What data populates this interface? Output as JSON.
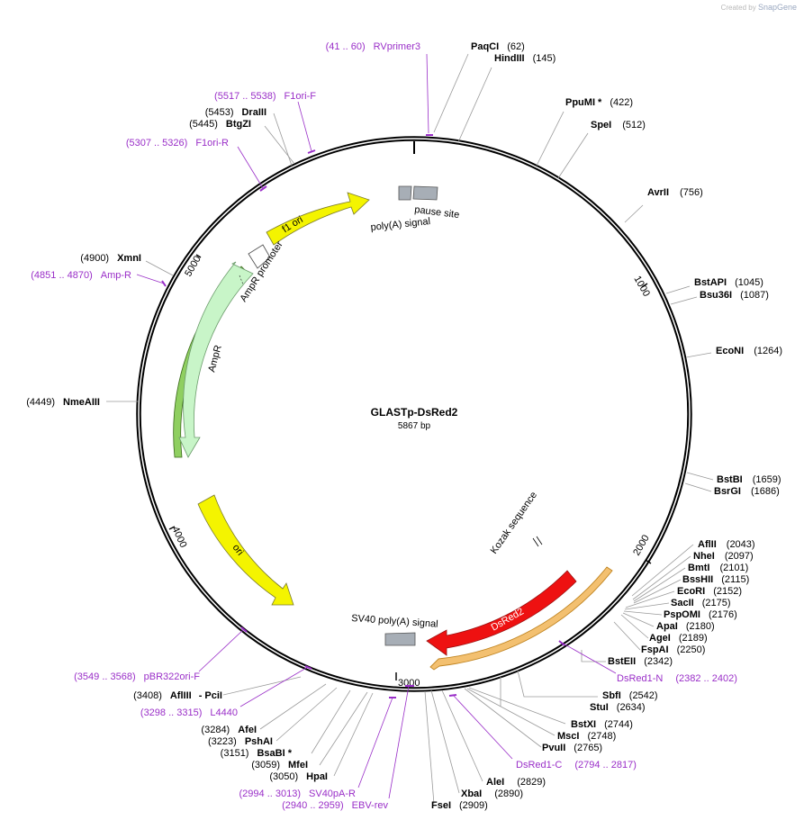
{
  "credit": {
    "created_by": "Created by",
    "brand": "SnapGene"
  },
  "plasmid": {
    "name": "GLASTp-DsRed2",
    "length_label": "5867 bp"
  },
  "colors": {
    "primer": "#9a2fc8",
    "ori": "#f4f400",
    "ampr": "#c8f5c8",
    "dsred": "#ee1111",
    "gray": "#a7aeb6"
  },
  "ring_ticks": [
    "1000",
    "2000",
    "3000",
    "4000",
    "5000"
  ],
  "features": {
    "f1ori": "f1 ori",
    "ampr_promoter": "AmpR promoter",
    "ampr": "AmpR",
    "ori": "ori",
    "dsred2": "DsRed2",
    "kozak": "Kozak sequence",
    "pause_site": "pause site",
    "polya_signal": "poly(A) signal",
    "sv40_polya": "SV40 poly(A) signal"
  },
  "sites": {
    "paqci": {
      "name": "PaqCI",
      "pos": "(62)"
    },
    "hindiii": {
      "name": "HindIII",
      "pos": "(145)"
    },
    "ppumi": {
      "name": "PpuMI *",
      "pos": "(422)"
    },
    "spei": {
      "name": "SpeI",
      "pos": "(512)"
    },
    "avrii": {
      "name": "AvrII",
      "pos": "(756)"
    },
    "bstapi": {
      "name": "BstAPI",
      "pos": "(1045)"
    },
    "bsu36i": {
      "name": "Bsu36I",
      "pos": "(1087)"
    },
    "econi": {
      "name": "EcoNI",
      "pos": "(1264)"
    },
    "bstbi": {
      "name": "BstBI",
      "pos": "(1659)"
    },
    "bsrgi": {
      "name": "BsrGI",
      "pos": "(1686)"
    },
    "aflii": {
      "name": "AflII",
      "pos": "(2043)"
    },
    "nhei": {
      "name": "NheI",
      "pos": "(2097)"
    },
    "bmti": {
      "name": "BmtI",
      "pos": "(2101)"
    },
    "bsshii": {
      "name": "BssHII",
      "pos": "(2115)"
    },
    "ecori": {
      "name": "EcoRI",
      "pos": "(2152)"
    },
    "sacii": {
      "name": "SacII",
      "pos": "(2175)"
    },
    "pspomi": {
      "name": "PspOMI",
      "pos": "(2176)"
    },
    "apai": {
      "name": "ApaI",
      "pos": "(2180)"
    },
    "agei": {
      "name": "AgeI",
      "pos": "(2189)"
    },
    "fspai": {
      "name": "FspAI",
      "pos": "(2250)"
    },
    "bsteii": {
      "name": "BstEII",
      "pos": "(2342)"
    },
    "sbfi": {
      "name": "SbfI",
      "pos": "(2542)"
    },
    "stui": {
      "name": "StuI",
      "pos": "(2634)"
    },
    "bstxi": {
      "name": "BstXI",
      "pos": "(2744)"
    },
    "msci": {
      "name": "MscI",
      "pos": "(2748)"
    },
    "pvuii": {
      "name": "PvuII",
      "pos": "(2765)"
    },
    "alei": {
      "name": "AleI",
      "pos": "(2829)"
    },
    "xbai": {
      "name": "XbaI",
      "pos": "(2890)"
    },
    "fsei": {
      "name": "FseI",
      "pos": "(2909)"
    },
    "hpai": {
      "name": "HpaI",
      "pos": "(3050)"
    },
    "mfei": {
      "name": "MfeI",
      "pos": "(3059)"
    },
    "bsabi": {
      "name": "BsaBI *",
      "pos": "(3151)"
    },
    "pshai": {
      "name": "PshAI",
      "pos": "(3223)"
    },
    "afei": {
      "name": "AfeI",
      "pos": "(3284)"
    },
    "afliii": {
      "name": "AflIII",
      "pos": "(3408)"
    },
    "pcii": {
      "name": "- PciI"
    },
    "nmeaiii": {
      "name": "NmeAIII",
      "pos": "(4449)"
    },
    "xmni": {
      "name": "XmnI",
      "pos": "(4900)"
    },
    "btgzi": {
      "name": "BtgZI",
      "pos": "(5445)"
    },
    "draiii": {
      "name": "DraIII",
      "pos": "(5453)"
    }
  },
  "primers": {
    "rvprimer3": {
      "range": "(41 .. 60)",
      "name": "RVprimer3"
    },
    "f1ori_f": {
      "range": "(5517 .. 5538)",
      "name": "F1ori-F"
    },
    "f1ori_r": {
      "range": "(5307 .. 5326)",
      "name": "F1ori-R"
    },
    "amp_r": {
      "range": "(4851 .. 4870)",
      "name": "Amp-R"
    },
    "pbr322ori_f": {
      "range": "(3549 .. 3568)",
      "name": "pBR322ori-F"
    },
    "l4440": {
      "range": "(3298 .. 3315)",
      "name": "L4440"
    },
    "sv40pa_r": {
      "range": "(2994 .. 3013)",
      "name": "SV40pA-R"
    },
    "ebv_rev": {
      "range": "(2940 .. 2959)",
      "name": "EBV-rev"
    },
    "dsred1_c": {
      "range": "(2794 .. 2817)",
      "name": "DsRed1-C"
    },
    "dsred1_n": {
      "range": "(2382 .. 2402)",
      "name": "DsRed1-N"
    }
  }
}
